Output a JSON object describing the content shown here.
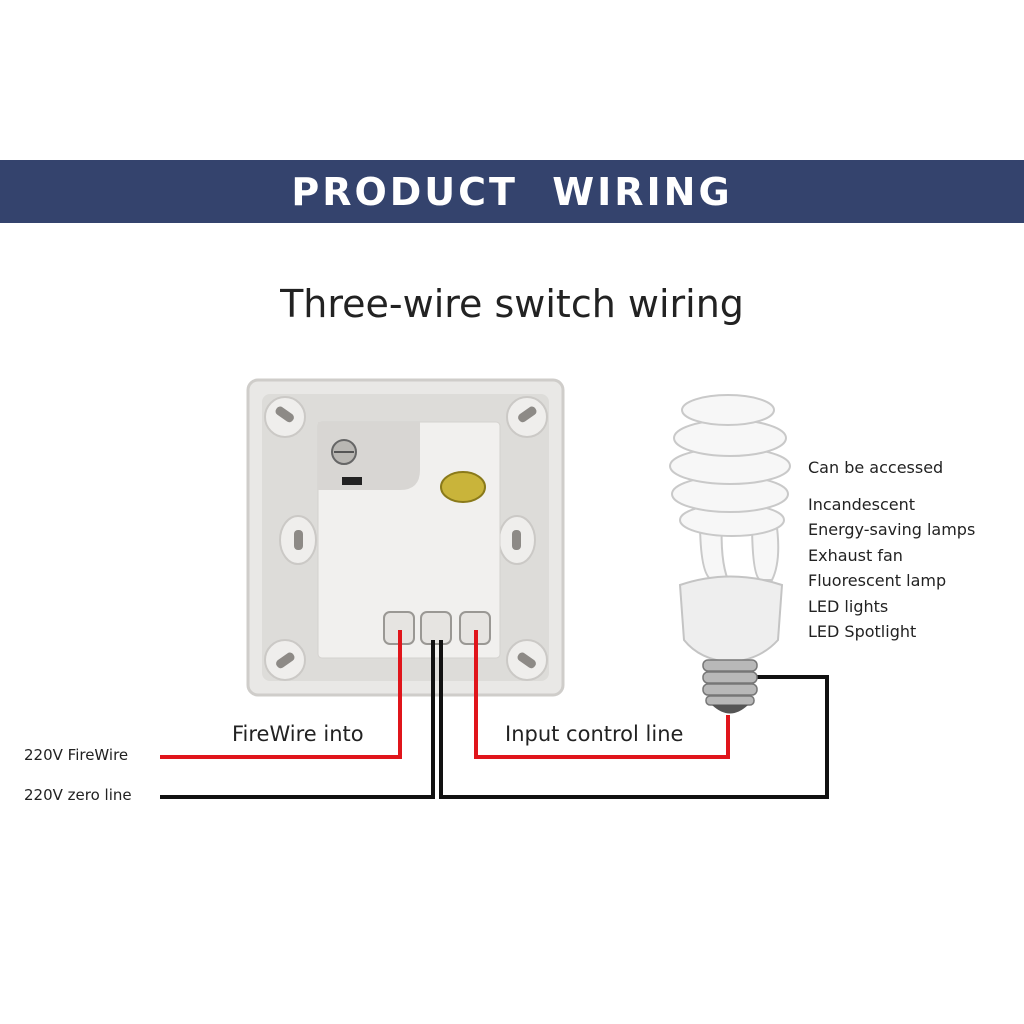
{
  "header": {
    "title": "PRODUCT WIRING"
  },
  "diagram": {
    "subtitle": "Three-wire switch wiring",
    "labels": {
      "firewire_into": "FireWire into",
      "input_control_line": "Input control line",
      "firewire_220v": "220V FireWire",
      "zero_line_220v": "220V zero line"
    },
    "compatible": {
      "heading": "Can be accessed",
      "items": [
        "Incandescent",
        "Energy-saving lamps",
        "Exhaust fan",
        "Fluorescent lamp",
        "LED lights",
        "LED Spotlight"
      ]
    },
    "colors": {
      "banner": "#34436d",
      "live_wire": "#e0151b",
      "neutral_wire": "#111111"
    }
  }
}
